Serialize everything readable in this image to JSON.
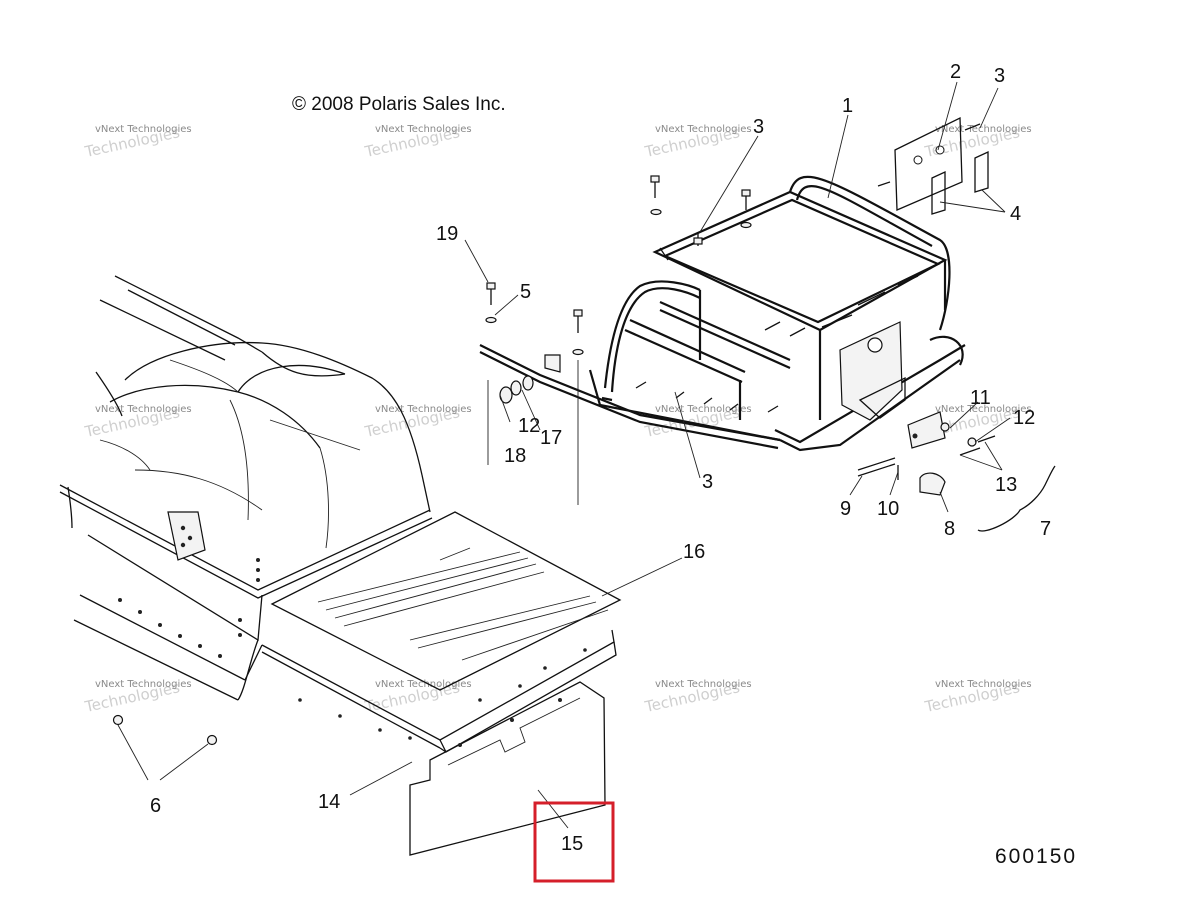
{
  "copyright": "© 2008 Polaris Sales Inc.",
  "drawing_number": "600150",
  "watermark": {
    "line1": "vNext Technologies",
    "line2": "Technologies"
  },
  "callouts": {
    "c1": "1",
    "c2": "2",
    "c3a": "3",
    "c3b": "3",
    "c3c": "3",
    "c4": "4",
    "c5": "5",
    "c6": "6",
    "c7": "7",
    "c8": "8",
    "c9": "9",
    "c10": "10",
    "c11": "11",
    "c12a": "12",
    "c12b": "12",
    "c13": "13",
    "c14": "14",
    "c15": "15",
    "c16": "16",
    "c17": "17",
    "c18": "18",
    "c19": "19"
  },
  "highlight": {
    "part": "15",
    "color": "#d51f2a"
  }
}
